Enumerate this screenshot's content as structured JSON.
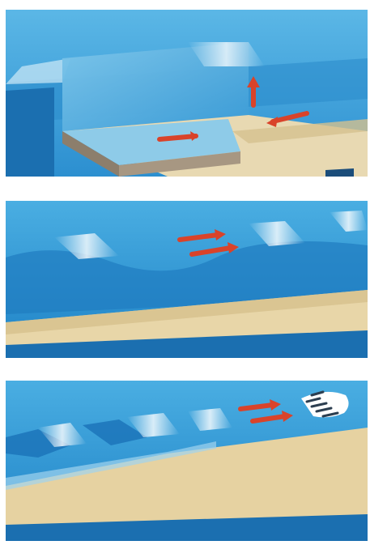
{
  "figure": {
    "panels": [
      {
        "id": "panel-1",
        "arrows": [
          {
            "direction": "up"
          },
          {
            "direction": "right"
          },
          {
            "direction": "left"
          }
        ]
      },
      {
        "id": "panel-2",
        "arrows": [
          {
            "direction": "right"
          },
          {
            "direction": "right"
          }
        ]
      },
      {
        "id": "panel-3",
        "arrows": [
          {
            "direction": "right"
          },
          {
            "direction": "right"
          }
        ],
        "breaking_wave": true
      }
    ],
    "colors": {
      "deep_water": "#1a7fc4",
      "mid_water": "#3aa2dc",
      "light_water": "#8fd0f0",
      "foam": "#eaf6fb",
      "sand": "#e9d7ad",
      "sand_dark": "#d8c08c",
      "seabed_side": "#9a8c7a",
      "arrow": "#d9432a"
    }
  }
}
